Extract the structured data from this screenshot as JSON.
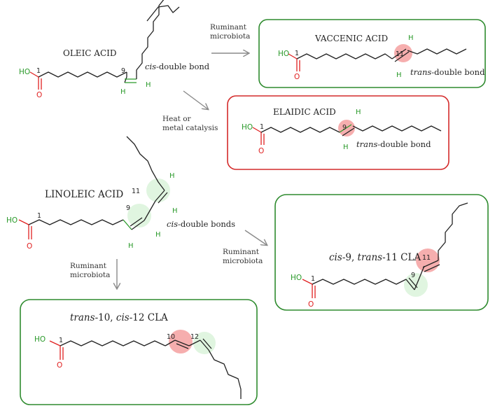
{
  "oleic": {
    "title": "OLEIC ACID",
    "ho": "HO",
    "o": "O",
    "c1": "1",
    "c9": "9",
    "h1": "H",
    "h2": "H",
    "bond_italic": "cis",
    "bond_rest": "-double bond"
  },
  "vaccenic": {
    "title": "VACCENIC ACID",
    "ho": "HO",
    "o": "O",
    "c1": "1",
    "c11": "11",
    "h1": "H",
    "h2": "H",
    "bond_italic": "trans",
    "bond_rest": "-double bond"
  },
  "elaidic": {
    "title": "ELAIDIC ACID",
    "ho": "HO",
    "o": "O",
    "c1": "1",
    "c9": "9",
    "h1": "H",
    "h2": "H",
    "bond_italic": "trans",
    "bond_rest": "-double bond"
  },
  "linoleic": {
    "title": "LINOLEIC ACID",
    "ho": "HO",
    "o": "O",
    "c1": "1",
    "c9": "9",
    "c11": "11",
    "h1": "H",
    "h2": "H",
    "h3": "H",
    "h4": "H",
    "bond_italic": "cis",
    "bond_rest": "-double bonds"
  },
  "cla_c9t11": {
    "t1": "cis",
    "t2": "-9, ",
    "t3": "trans",
    "t4": "-11 CLA",
    "ho": "HO",
    "o": "O",
    "c1": "1",
    "c9": "9",
    "c11": "11"
  },
  "cla_t10c12": {
    "t1": "trans",
    "t2": "-10, ",
    "t3": "cis",
    "t4": "-12 CLA",
    "ho": "HO",
    "o": "O",
    "c1": "1",
    "c10": "10",
    "c12": "12"
  },
  "arrows": {
    "a1_line1": "Ruminant",
    "a1_line2": "microbiota",
    "a2_line1": "Heat or",
    "a2_line2": "metal catalysis",
    "a3_line1": "Ruminant",
    "a3_line2": "microbiota",
    "a4_line1": "Ruminant",
    "a4_line2": "microbiota"
  },
  "colors": {
    "green_box": "#2e8b2e",
    "red_box": "#d42a2a",
    "red_highlight": "#f4a0a0",
    "green_highlight": "#d8f2d8",
    "arrow": "#8a8a8a"
  }
}
